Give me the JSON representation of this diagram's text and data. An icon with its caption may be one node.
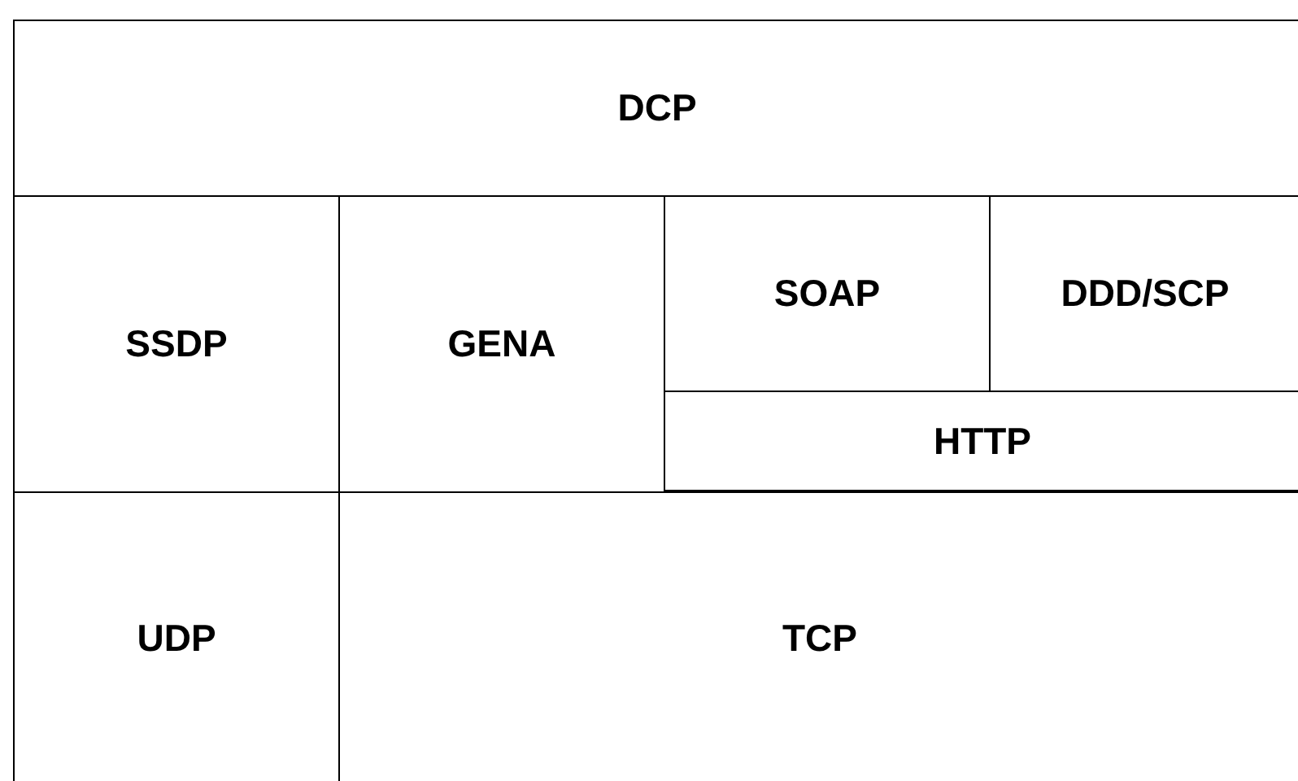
{
  "diagram": {
    "nodes": [
      {
        "text": [
          "DCP"
        ]
      },
      {
        "text": [
          "SSDP"
        ]
      },
      {
        "text": [
          "GENA"
        ]
      },
      {
        "text": [
          "SOAP"
        ]
      },
      {
        "text": [
          "DDD/SCP"
        ]
      },
      {
        "text": [
          "HTTP"
        ]
      },
      {
        "text": [
          "UDP"
        ]
      },
      {
        "text": [
          "TCP"
        ]
      }
    ]
  }
}
